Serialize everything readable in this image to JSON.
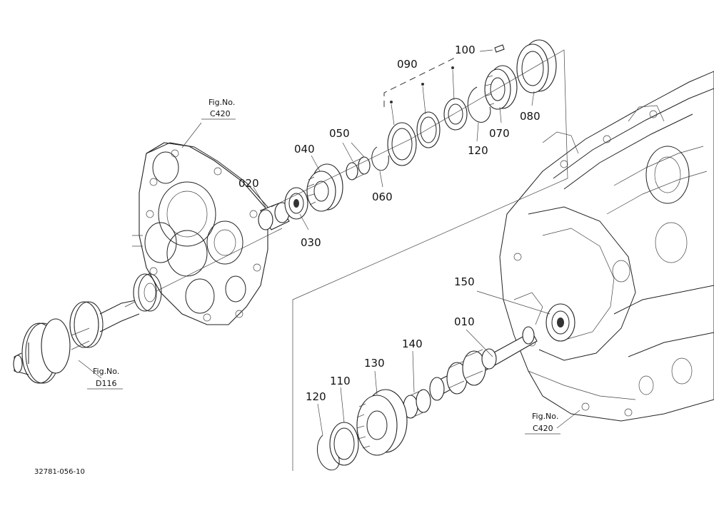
{
  "diagram_code": "32781-056-10",
  "fig_refs": {
    "upper_left": {
      "line1": "Fig.No.",
      "line2": "C420"
    },
    "lower_left": {
      "line1": "Fig.No.",
      "line2": "D116"
    },
    "lower_right": {
      "line1": "Fig.No.",
      "line2": "C420"
    }
  },
  "callouts": {
    "p010": "010",
    "p020": "020",
    "p030": "030",
    "p040": "040",
    "p050": "050",
    "p060": "060",
    "p070": "070",
    "p080": "080",
    "p090": "090",
    "p100": "100",
    "p110": "110",
    "p120_upper": "120",
    "p120_lower": "120",
    "p130": "130",
    "p140": "140",
    "p150": "150"
  }
}
